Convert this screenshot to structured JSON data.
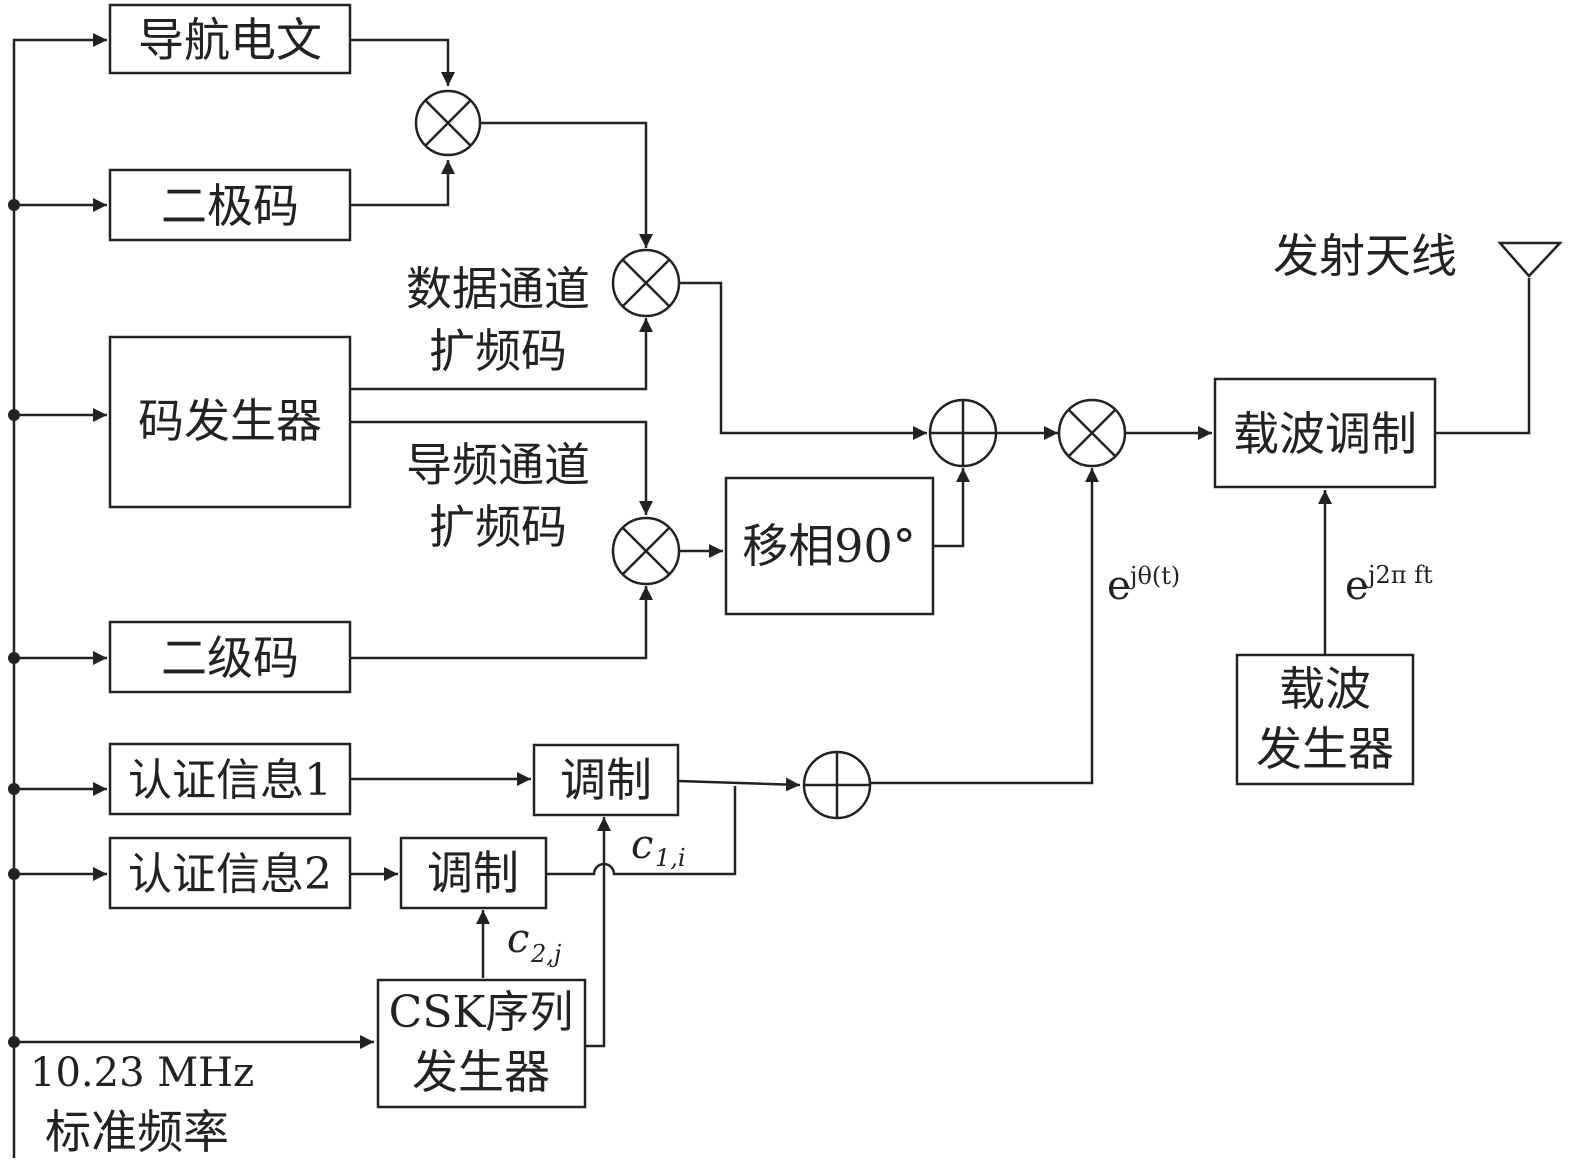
{
  "blocks": {
    "nav_message": "导航电文",
    "bipolar_code": "二极码",
    "code_generator": "码发生器",
    "secondary_code": "二级码",
    "auth_info_1": "认证信息1",
    "auth_info_2": "认证信息2",
    "modulate_1": "调制",
    "modulate_2": "调制",
    "csk_line1": "CSK序列",
    "csk_line2": "发生器",
    "phase_shift": "移相90°",
    "carrier_modulation": "载波调制",
    "carrier_gen_line1": "载波",
    "carrier_gen_line2": "发生器"
  },
  "labels": {
    "data_channel_line1": "数据通道",
    "data_channel_line2": "扩频码",
    "pilot_channel_line1": "导频通道",
    "pilot_channel_line2": "扩频码",
    "tx_antenna": "发射天线",
    "clock_line1": "10.23 MHz",
    "clock_line2": "标准频率",
    "theta_base": "e",
    "theta_exp": "jθ(t)",
    "carrier_base": "e",
    "carrier_exp": "j2π ft",
    "c1_base": "c",
    "c1_sub": "1,i",
    "c2_base": "c",
    "c2_sub": "2,j"
  },
  "colors": {
    "stroke": "#222222",
    "background": "#ffffff"
  }
}
